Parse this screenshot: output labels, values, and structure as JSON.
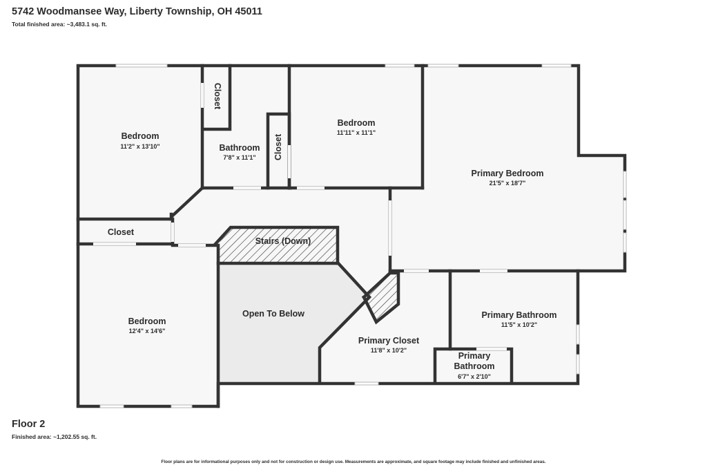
{
  "header": {
    "address": "5742 Woodmansee Way, Liberty Township, OH 45011",
    "total_area": "Total finished area: ~3,483.1 sq. ft."
  },
  "floor": {
    "name": "Floor 2",
    "area": "Finished area: ~1,202.55 sq. ft."
  },
  "disclaimer": "Floor plans are for informational purposes only and not for construction or design use. Measurements are approximate, and square footage may include finished and unfinished areas.",
  "rooms": {
    "bedroom_nw": {
      "name": "Bedroom",
      "dims": "11'2\" x 13'10\""
    },
    "closet_top": {
      "name": "Closet"
    },
    "bathroom": {
      "name": "Bathroom",
      "dims": "7'8\" x 11'1\""
    },
    "closet_bath": {
      "name": "Closet"
    },
    "bedroom_mid": {
      "name": "Bedroom",
      "dims": "11'11\" x 11'1\""
    },
    "primary_bedroom": {
      "name": "Primary Bedroom",
      "dims": "21'5\" x 18'7\""
    },
    "closet_left": {
      "name": "Closet"
    },
    "stairs": {
      "name": "Stairs (Down)"
    },
    "bedroom_sw": {
      "name": "Bedroom",
      "dims": "12'4\" x 14'6\""
    },
    "open_below": {
      "name": "Open To Below"
    },
    "primary_closet": {
      "name": "Primary Closet",
      "dims": "11'8\" x 10'2\""
    },
    "primary_bathroom": {
      "name": "Primary Bathroom",
      "dims": "11'5\" x 10'2\""
    },
    "primary_bath_small": {
      "name_line1": "Primary",
      "name_line2": "Bathroom",
      "dims": "6'7\" x 2'10\""
    }
  },
  "colors": {
    "wall": "#333333",
    "floor": "#f7f7f7",
    "open_below": "#ebebeb",
    "background": "#ffffff"
  }
}
